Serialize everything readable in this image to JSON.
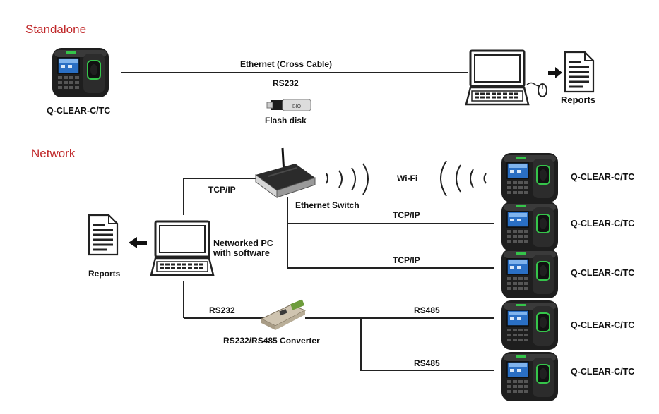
{
  "standalone": {
    "title": "Standalone",
    "device_label": "Q-CLEAR-C/TC",
    "link_ethernet": "Ethernet  (Cross Cable)",
    "link_rs232": "RS232",
    "flash_disk": "Flash disk",
    "reports": "Reports"
  },
  "network": {
    "title": "Network",
    "tcpip_switch": "TCP/IP",
    "switch_label": "Ethernet Switch",
    "wifi": "Wi-Fi",
    "tcpip_1": "TCP/IP",
    "tcpip_2": "TCP/IP",
    "pc_label_line1": "Networked PC",
    "pc_label_line2": "with software",
    "reports": "Reports",
    "rs232": "RS232",
    "converter": "RS232/RS485 Converter",
    "rs485_1": "RS485",
    "rs485_2": "RS485",
    "devices": [
      "Q-CLEAR-C/TC",
      "Q-CLEAR-C/TC",
      "Q-CLEAR-C/TC",
      "Q-CLEAR-C/TC",
      "Q-CLEAR-C/TC"
    ]
  },
  "colors": {
    "section_title": "#c0282a",
    "line": "#222222",
    "device_body": "#1e1e1e",
    "screen": "#2a6fc4",
    "green_led": "#35c44a"
  }
}
